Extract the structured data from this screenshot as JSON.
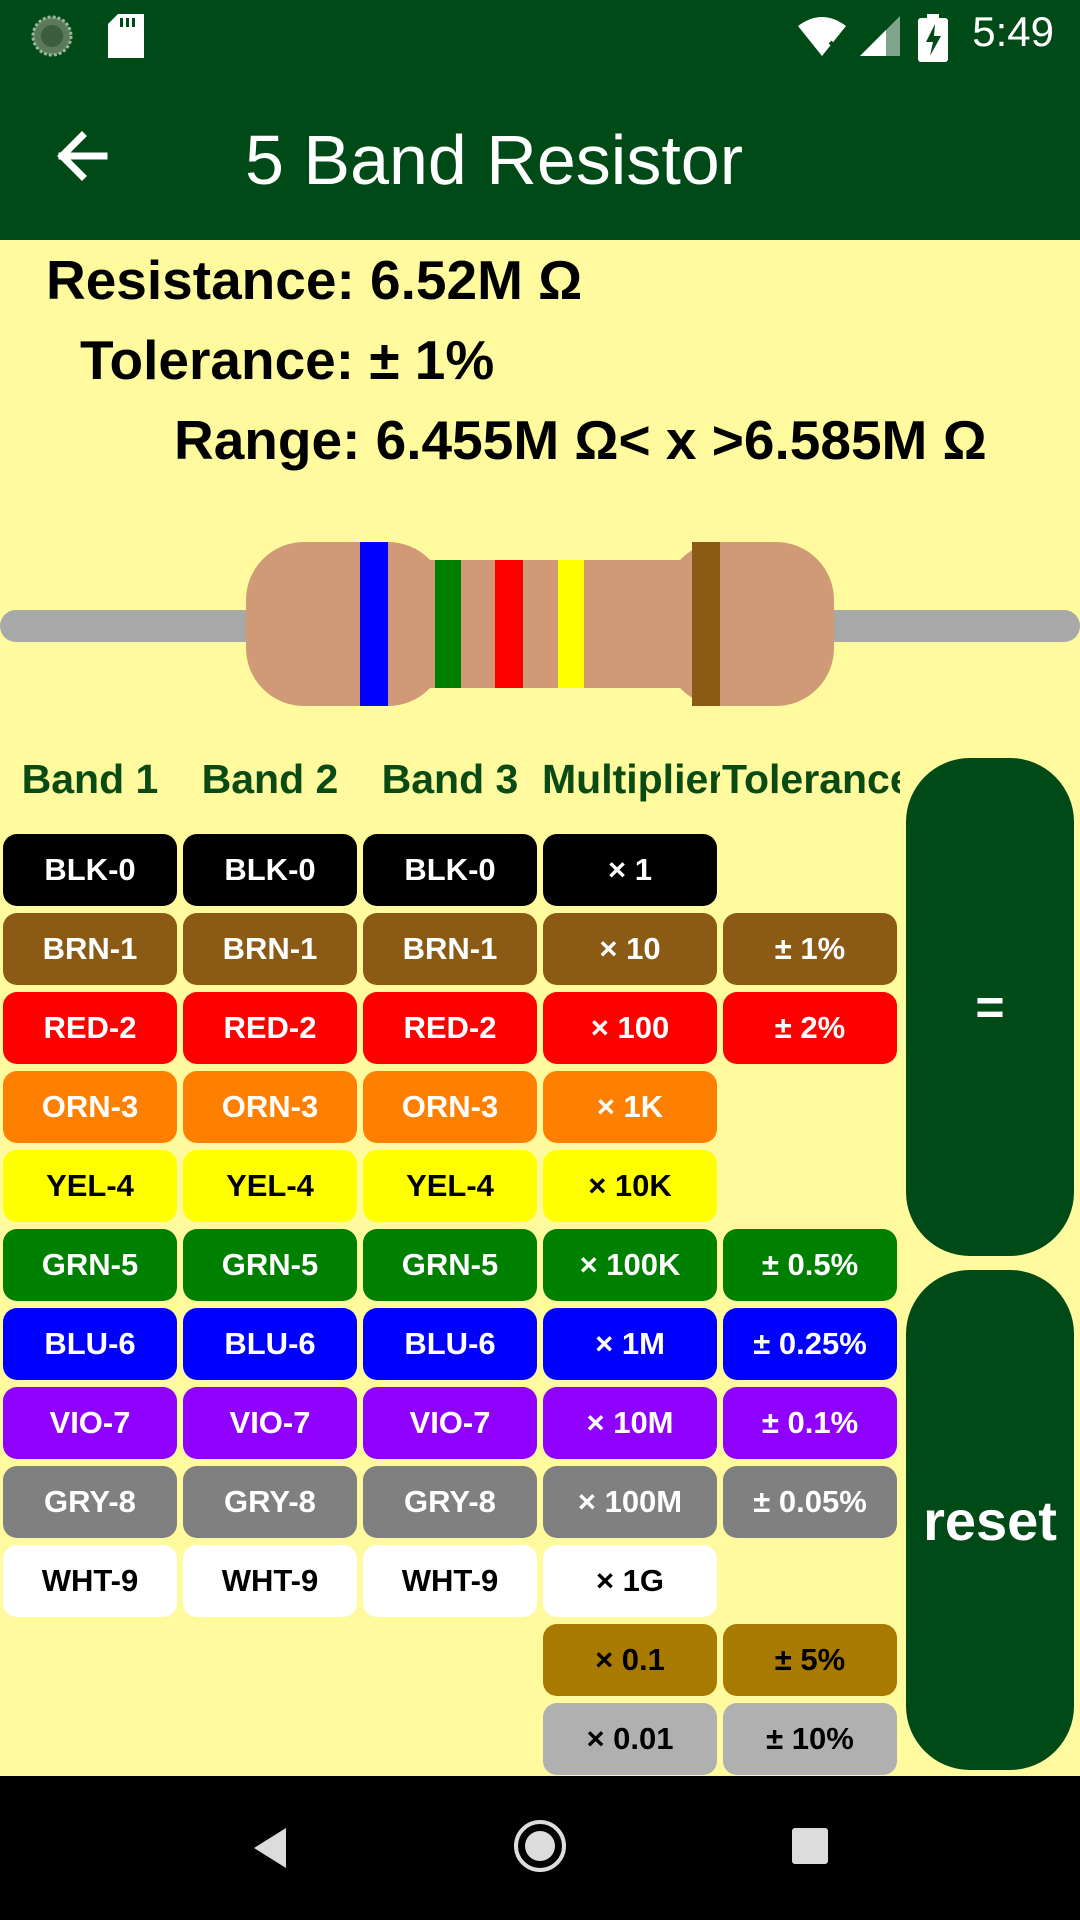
{
  "status_bar": {
    "time": "5:49"
  },
  "app_bar": {
    "title": "5 Band Resistor"
  },
  "result": {
    "resistance": "Resistance: 6.52M Ω",
    "tolerance": "Tolerance: ± 1%",
    "range": "Range: 6.455M Ω< x >6.585M Ω"
  },
  "resistor_bands": {
    "band1_color": "#0000ff",
    "band2_color": "#008000",
    "band3_color": "#ff0000",
    "multiplier_color": "#ffff00",
    "tolerance_color": "#8b5a14"
  },
  "headers": [
    "Band 1",
    "Band 2",
    "Band 3",
    "Multiplier",
    "Tolerance"
  ],
  "digit_rows": [
    {
      "label": "BLK-0",
      "bg": "#000000",
      "fg": "#ffffff"
    },
    {
      "label": "BRN-1",
      "bg": "#8b5a14",
      "fg": "#ffffff"
    },
    {
      "label": "RED-2",
      "bg": "#ff0000",
      "fg": "#ffffff"
    },
    {
      "label": "ORN-3",
      "bg": "#ff8000",
      "fg": "#ffffff"
    },
    {
      "label": "YEL-4",
      "bg": "#ffff00",
      "fg": "#000000"
    },
    {
      "label": "GRN-5",
      "bg": "#008000",
      "fg": "#ffffff"
    },
    {
      "label": "BLU-6",
      "bg": "#0000ff",
      "fg": "#ffffff"
    },
    {
      "label": "VIO-7",
      "bg": "#9000ff",
      "fg": "#ffffff"
    },
    {
      "label": "GRY-8",
      "bg": "#808080",
      "fg": "#ffffff"
    },
    {
      "label": "WHT-9",
      "bg": "#ffffff",
      "fg": "#000000"
    }
  ],
  "multiplier_buttons": [
    {
      "label": "× 1",
      "bg": "#000000",
      "fg": "#ffffff"
    },
    {
      "label": "× 10",
      "bg": "#8b5a14",
      "fg": "#ffffff"
    },
    {
      "label": "× 100",
      "bg": "#ff0000",
      "fg": "#ffffff"
    },
    {
      "label": "× 1K",
      "bg": "#ff8000",
      "fg": "#ffffff"
    },
    {
      "label": "× 10K",
      "bg": "#ffff00",
      "fg": "#000000"
    },
    {
      "label": "× 100K",
      "bg": "#008000",
      "fg": "#ffffff"
    },
    {
      "label": "× 1M",
      "bg": "#0000ff",
      "fg": "#ffffff"
    },
    {
      "label": "× 10M",
      "bg": "#9000ff",
      "fg": "#ffffff"
    },
    {
      "label": "× 100M",
      "bg": "#808080",
      "fg": "#ffffff"
    },
    {
      "label": "× 1G",
      "bg": "#ffffff",
      "fg": "#000000"
    },
    {
      "label": "× 0.1",
      "bg": "#a87a00",
      "fg": "#000000"
    },
    {
      "label": "× 0.01",
      "bg": "#b0b0b0",
      "fg": "#000000"
    }
  ],
  "tolerance_buttons": [
    null,
    {
      "label": "± 1%",
      "bg": "#8b5a14",
      "fg": "#ffffff"
    },
    {
      "label": "± 2%",
      "bg": "#ff0000",
      "fg": "#ffffff"
    },
    null,
    null,
    {
      "label": "± 0.5%",
      "bg": "#008000",
      "fg": "#ffffff"
    },
    {
      "label": "± 0.25%",
      "bg": "#0000ff",
      "fg": "#ffffff"
    },
    {
      "label": "± 0.1%",
      "bg": "#9000ff",
      "fg": "#ffffff"
    },
    {
      "label": "± 0.05%",
      "bg": "#808080",
      "fg": "#ffffff"
    },
    null,
    {
      "label": "± 5%",
      "bg": "#a87a00",
      "fg": "#000000"
    },
    {
      "label": "± 10%",
      "bg": "#b0b0b0",
      "fg": "#000000"
    }
  ],
  "actions": {
    "equals_label": "=",
    "reset_label": "reset"
  }
}
